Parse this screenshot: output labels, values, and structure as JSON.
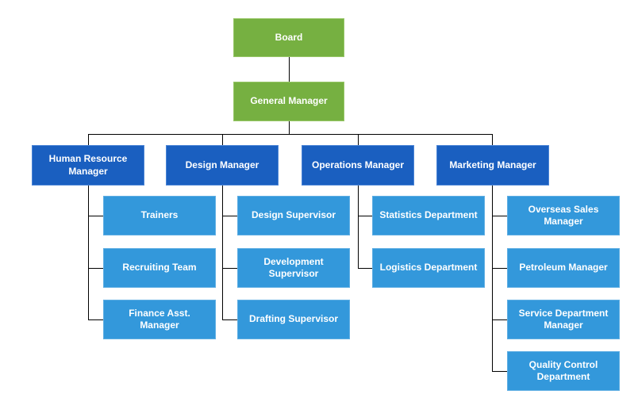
{
  "org_chart": {
    "type": "org-chart",
    "colors": {
      "executive_fill": "#76B041",
      "executive_border": "#98C768",
      "manager_fill": "#1A5FC0",
      "manager_border": "#4C85D6",
      "department_fill": "#3398DB",
      "department_border": "#5FAEE3",
      "text": "#FFFFFF",
      "connector": "#000000",
      "background": "#FFFFFF"
    },
    "nodes": {
      "board": {
        "label": "Board",
        "level": "executive",
        "reports_to": null
      },
      "general_manager": {
        "label": "General Manager",
        "level": "executive",
        "reports_to": "Board"
      },
      "human_resource_manager": {
        "label": "Human Resource\nManager",
        "level": "manager",
        "reports_to": "General Manager"
      },
      "design_manager": {
        "label": "Design Manager",
        "level": "manager",
        "reports_to": "General Manager"
      },
      "operations_manager": {
        "label": "Operations Manager",
        "level": "manager",
        "reports_to": "General Manager"
      },
      "marketing_manager": {
        "label": "Marketing Manager",
        "level": "manager",
        "reports_to": "General Manager"
      },
      "trainers": {
        "label": "Trainers",
        "level": "department",
        "reports_to": "Human Resource Manager"
      },
      "recruiting_team": {
        "label": "Recruiting Team",
        "level": "department",
        "reports_to": "Human Resource Manager"
      },
      "finance_asst_manager": {
        "label": "Finance Asst.\nManager",
        "level": "department",
        "reports_to": "Human Resource Manager"
      },
      "design_supervisor": {
        "label": "Design Supervisor",
        "level": "department",
        "reports_to": "Design Manager"
      },
      "development_supervisor": {
        "label": "Development\nSupervisor",
        "level": "department",
        "reports_to": "Design Manager"
      },
      "drafting_supervisor": {
        "label": "Drafting Supervisor",
        "level": "department",
        "reports_to": "Design Manager"
      },
      "statistics_department": {
        "label": "Statistics Department",
        "level": "department",
        "reports_to": "Operations Manager"
      },
      "logistics_department": {
        "label": "Logistics Department",
        "level": "department",
        "reports_to": "Operations Manager"
      },
      "overseas_sales_manager": {
        "label": "Overseas Sales\nManager",
        "level": "department",
        "reports_to": "Marketing Manager"
      },
      "petroleum_manager": {
        "label": "Petroleum Manager",
        "level": "department",
        "reports_to": "Marketing Manager"
      },
      "service_department_manager": {
        "label": "Service Department\nManager",
        "level": "department",
        "reports_to": "Marketing Manager"
      },
      "quality_control_department": {
        "label": "Quality Control\nDepartment",
        "level": "department",
        "reports_to": "Marketing Manager"
      }
    }
  }
}
